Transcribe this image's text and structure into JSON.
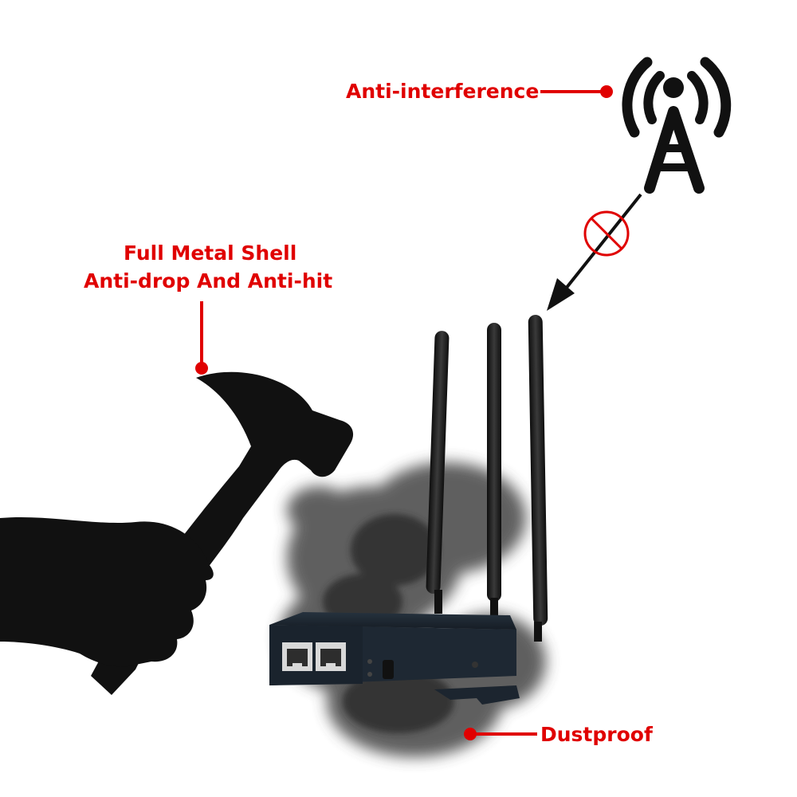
{
  "labels": {
    "anti_interference": "Anti-interference",
    "full_metal_shell": "Full Metal Shell",
    "anti_drop": "Anti-drop And Anti-hit",
    "dustproof": "Dustproof"
  },
  "icons": {
    "tower": "signal-tower-icon",
    "prohibited": "prohibited-icon",
    "hammer": "hammer-icon"
  },
  "colors": {
    "accent": "#e00000",
    "device": "#1c2530",
    "antenna": "#1a1a1a",
    "ink": "#111111"
  }
}
